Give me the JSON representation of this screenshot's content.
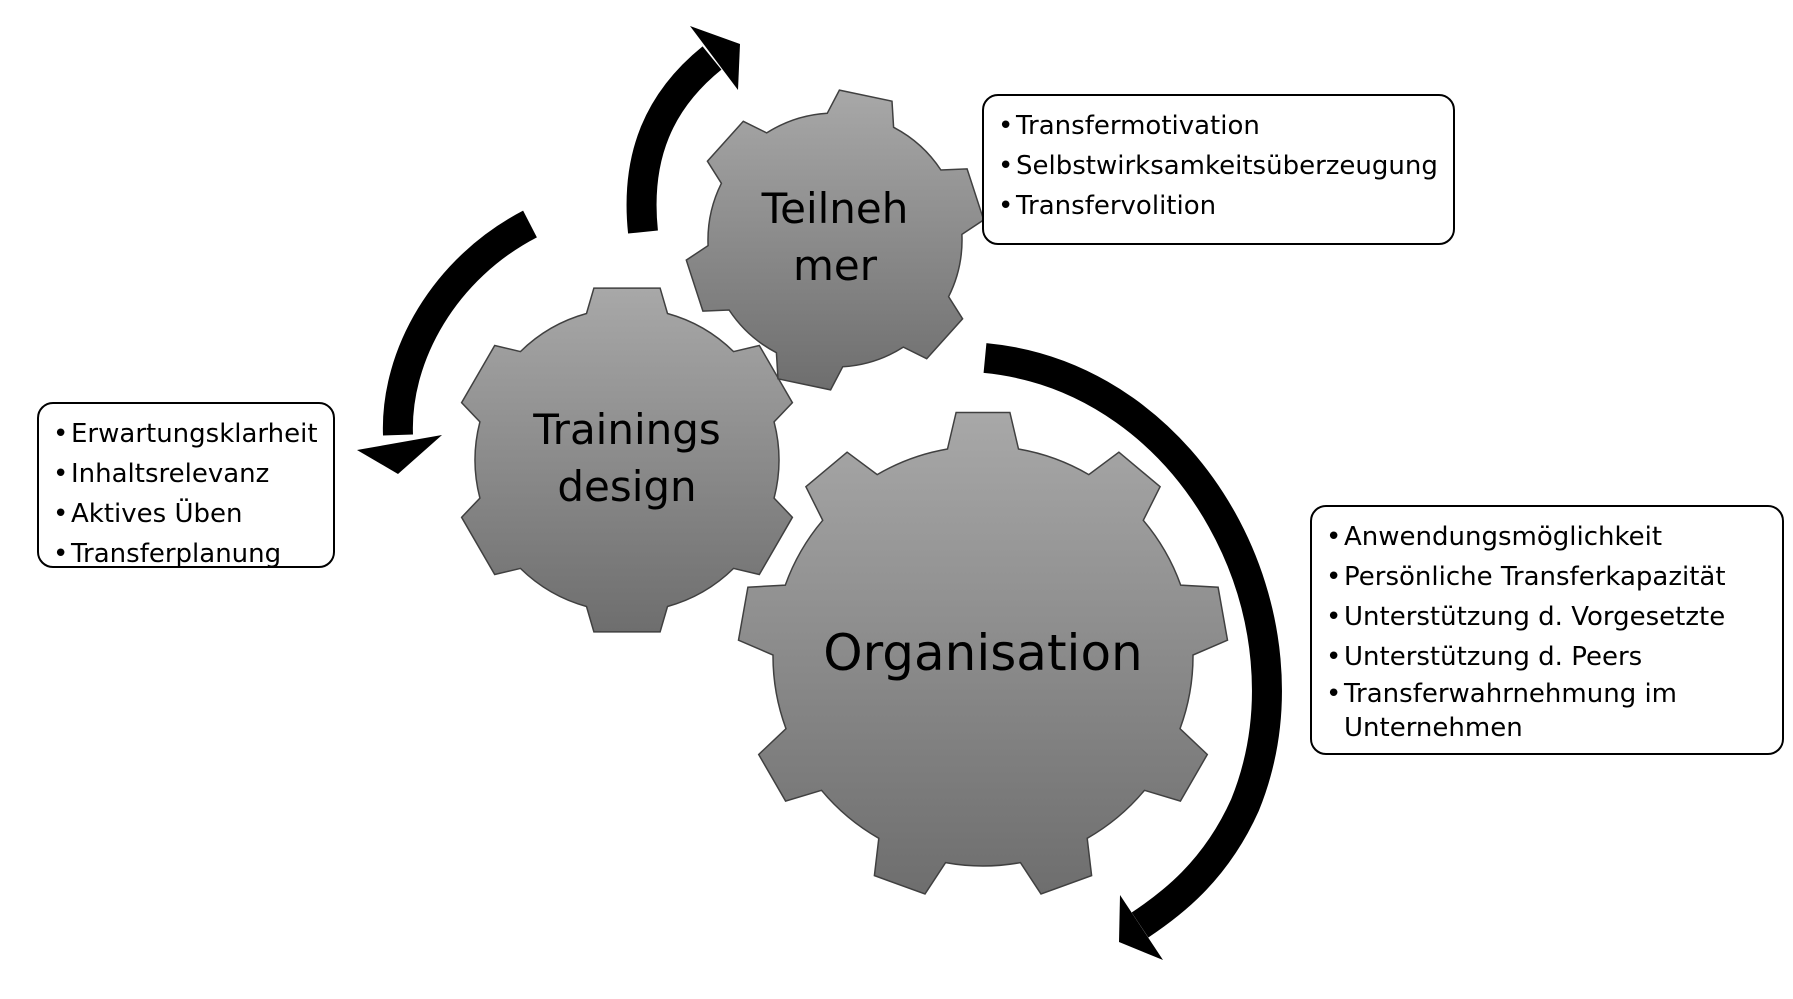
{
  "gears": {
    "trainings_design": {
      "line1": "Trainings",
      "line2": "design"
    },
    "teilnehmer": {
      "line1": "Teilneh",
      "line2": "mer"
    },
    "organisation": {
      "label": "Organisation"
    }
  },
  "boxes": {
    "trainings_design": {
      "items": [
        "Erwartungsklarheit",
        "Inhaltsrelevanz",
        "Aktives Üben",
        "Transferplanung"
      ]
    },
    "teilnehmer": {
      "items": [
        "Transfermotivation",
        "Selbstwirksamkeitsüberzeugung",
        "Transfervolition"
      ]
    },
    "organisation": {
      "items": [
        "Anwendungsmöglichkeit",
        "Persönliche Transferkapazität",
        "Unterstützung d. Vorgesetzte",
        "Unterstützung d. Peers",
        "Transferwahrnehmung im Unternehmen"
      ]
    }
  },
  "colors": {
    "gear_light": "#a8a8a8",
    "gear_dark": "#6e6e6e",
    "arrow": "#000000"
  }
}
